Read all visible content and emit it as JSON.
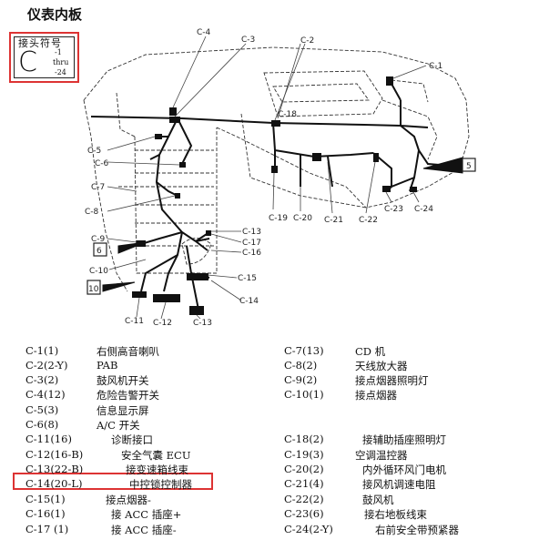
{
  "title": "仪表内板",
  "legend": {
    "header": "接头符号",
    "letter": "C",
    "range_top": "-1",
    "range_mid": "thru",
    "range_bot": "-24"
  },
  "diagram_labels": {
    "c1": "C-1",
    "c2": "C-2",
    "c3": "C-3",
    "c4": "C-4",
    "c5": "C-5",
    "c6": "C-6",
    "c7": "C-7",
    "c8": "C-8",
    "c9": "C-9",
    "c10": "C-10",
    "c11": "C-11",
    "c12": "C-12",
    "c13": "C-13",
    "c14": "C-14",
    "c15": "C-15",
    "c16": "C-16",
    "c17": "C-17",
    "c18": "C-18",
    "c19": "C-19",
    "c20": "C-20",
    "c21": "C-21",
    "c22": "C-22",
    "c23": "C-23",
    "c24": "C-24",
    "box5": "5",
    "box6": "6",
    "box10": "10"
  },
  "left_list": [
    {
      "code": "C-1(1)",
      "desc": "右侧高音喇叭"
    },
    {
      "code": "C-2(2-Y)",
      "desc": "PAB"
    },
    {
      "code": "C-3(2)",
      "desc": "鼓风机开关"
    },
    {
      "code": "C-4(12)",
      "desc": "危险告警开关"
    },
    {
      "code": "C-5(3)",
      "desc": "信息显示屏"
    },
    {
      "code": "C-6(8)",
      "desc": "A/C 开关"
    },
    {
      "code": "C-11(16)",
      "desc": "诊断接口"
    },
    {
      "code": "C-12(16-B)",
      "desc": "安全气囊 ECU"
    },
    {
      "code": "C-13(22-B)",
      "desc": "接变速箱线束"
    },
    {
      "code": "C-14(20-L)",
      "desc": "中控锁控制器"
    },
    {
      "code": "C-15(1)",
      "desc": "接点烟器-"
    },
    {
      "code": "C-16(1)",
      "desc": "接 ACC 插座+"
    },
    {
      "code": "C-17 (1)",
      "desc": "接 ACC 插座-"
    }
  ],
  "right_list": [
    {
      "code": "C-7(13)",
      "desc": "CD 机"
    },
    {
      "code": "C-8(2)",
      "desc": "天线放大器"
    },
    {
      "code": "C-9(2)",
      "desc": "接点烟器照明灯"
    },
    {
      "code": "C-10(1)",
      "desc": "接点烟器"
    },
    {
      "code": "C-18(2)",
      "desc": "接辅助插座照明灯"
    },
    {
      "code": "C-19(3)",
      "desc": "空调温控器"
    },
    {
      "code": "C-20(2)",
      "desc": "内外循环风门电机"
    },
    {
      "code": "C-21(4)",
      "desc": "接风机调速电阻"
    },
    {
      "code": "C-22(2)",
      "desc": "鼓风机"
    },
    {
      "code": "C-23(6)",
      "desc": "接右地板线束"
    },
    {
      "code": "C-24(2-Y)",
      "desc": "右前安全带预紧器"
    }
  ]
}
